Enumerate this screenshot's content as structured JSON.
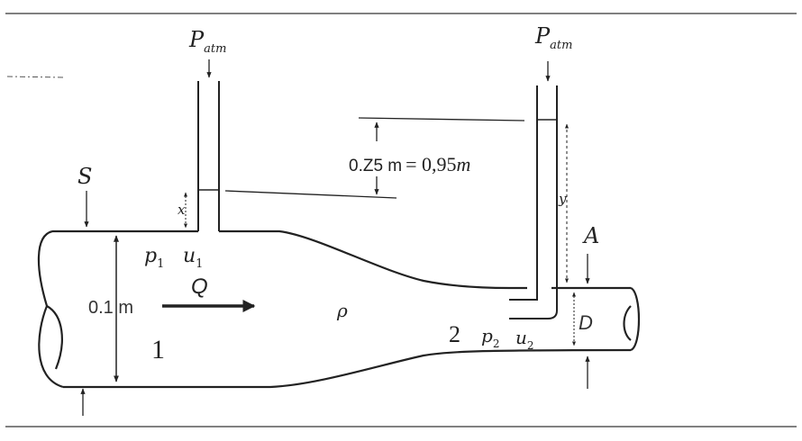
{
  "diagram": {
    "labels": {
      "p_atm_left_main": "P",
      "p_atm_left_sub": "atm",
      "p_atm_right_main": "P",
      "p_atm_right_sub": "atm",
      "s_label": "S",
      "x_label": "x",
      "y_label": "y",
      "p1_main": "p",
      "p1_sub": "1",
      "u1_main": "u",
      "u1_sub": "1",
      "q_label": "Q",
      "diameter_large": "0.1 m",
      "rho_label": "ρ",
      "section_1": "1",
      "section_2": "2",
      "p2_main": "p",
      "p2_sub": "2",
      "u2_main": "u",
      "u2_sub": "2",
      "a_label": "A",
      "d_label": "D",
      "height_diff_orig": "0.Z5 m",
      "height_diff_eq": "= 0,95",
      "height_diff_unit": "m"
    },
    "colors": {
      "ink": "#222222",
      "ink_light": "#444444",
      "rule": "#000000",
      "background": "#ffffff"
    }
  }
}
